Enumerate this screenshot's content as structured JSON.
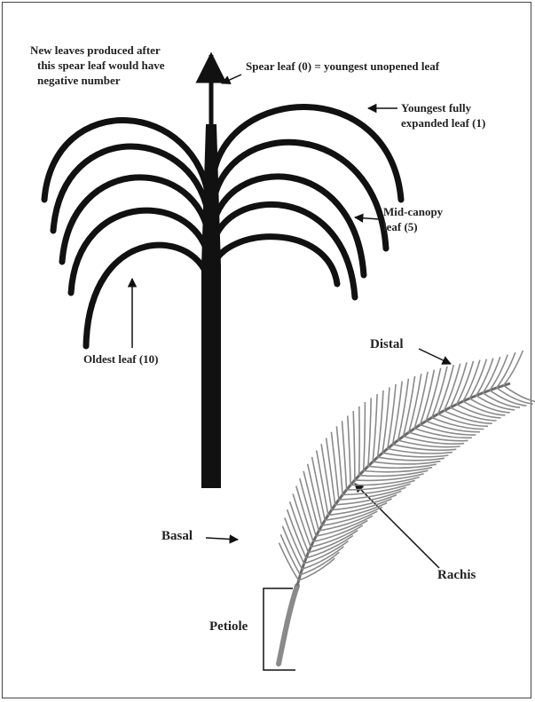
{
  "labels": {
    "new_leaves_1": "New leaves produced  after",
    "new_leaves_2": "this spear leaf would have",
    "new_leaves_3": "negative number",
    "spear": "Spear leaf (0) = youngest unopened leaf",
    "youngest_1": "Youngest fully",
    "youngest_2": "expanded leaf (1)",
    "mid_1": "Mid-canopy",
    "mid_2": "leaf (5)",
    "oldest": "Oldest leaf (10)",
    "distal": "Distal",
    "basal": "Basal",
    "rachis": "Rachis",
    "petiole": "Petiole"
  },
  "colors": {
    "ink": "#111111",
    "frond": "#8a8a8a",
    "frond_dark": "#5a5a5a",
    "text": "#222222"
  }
}
